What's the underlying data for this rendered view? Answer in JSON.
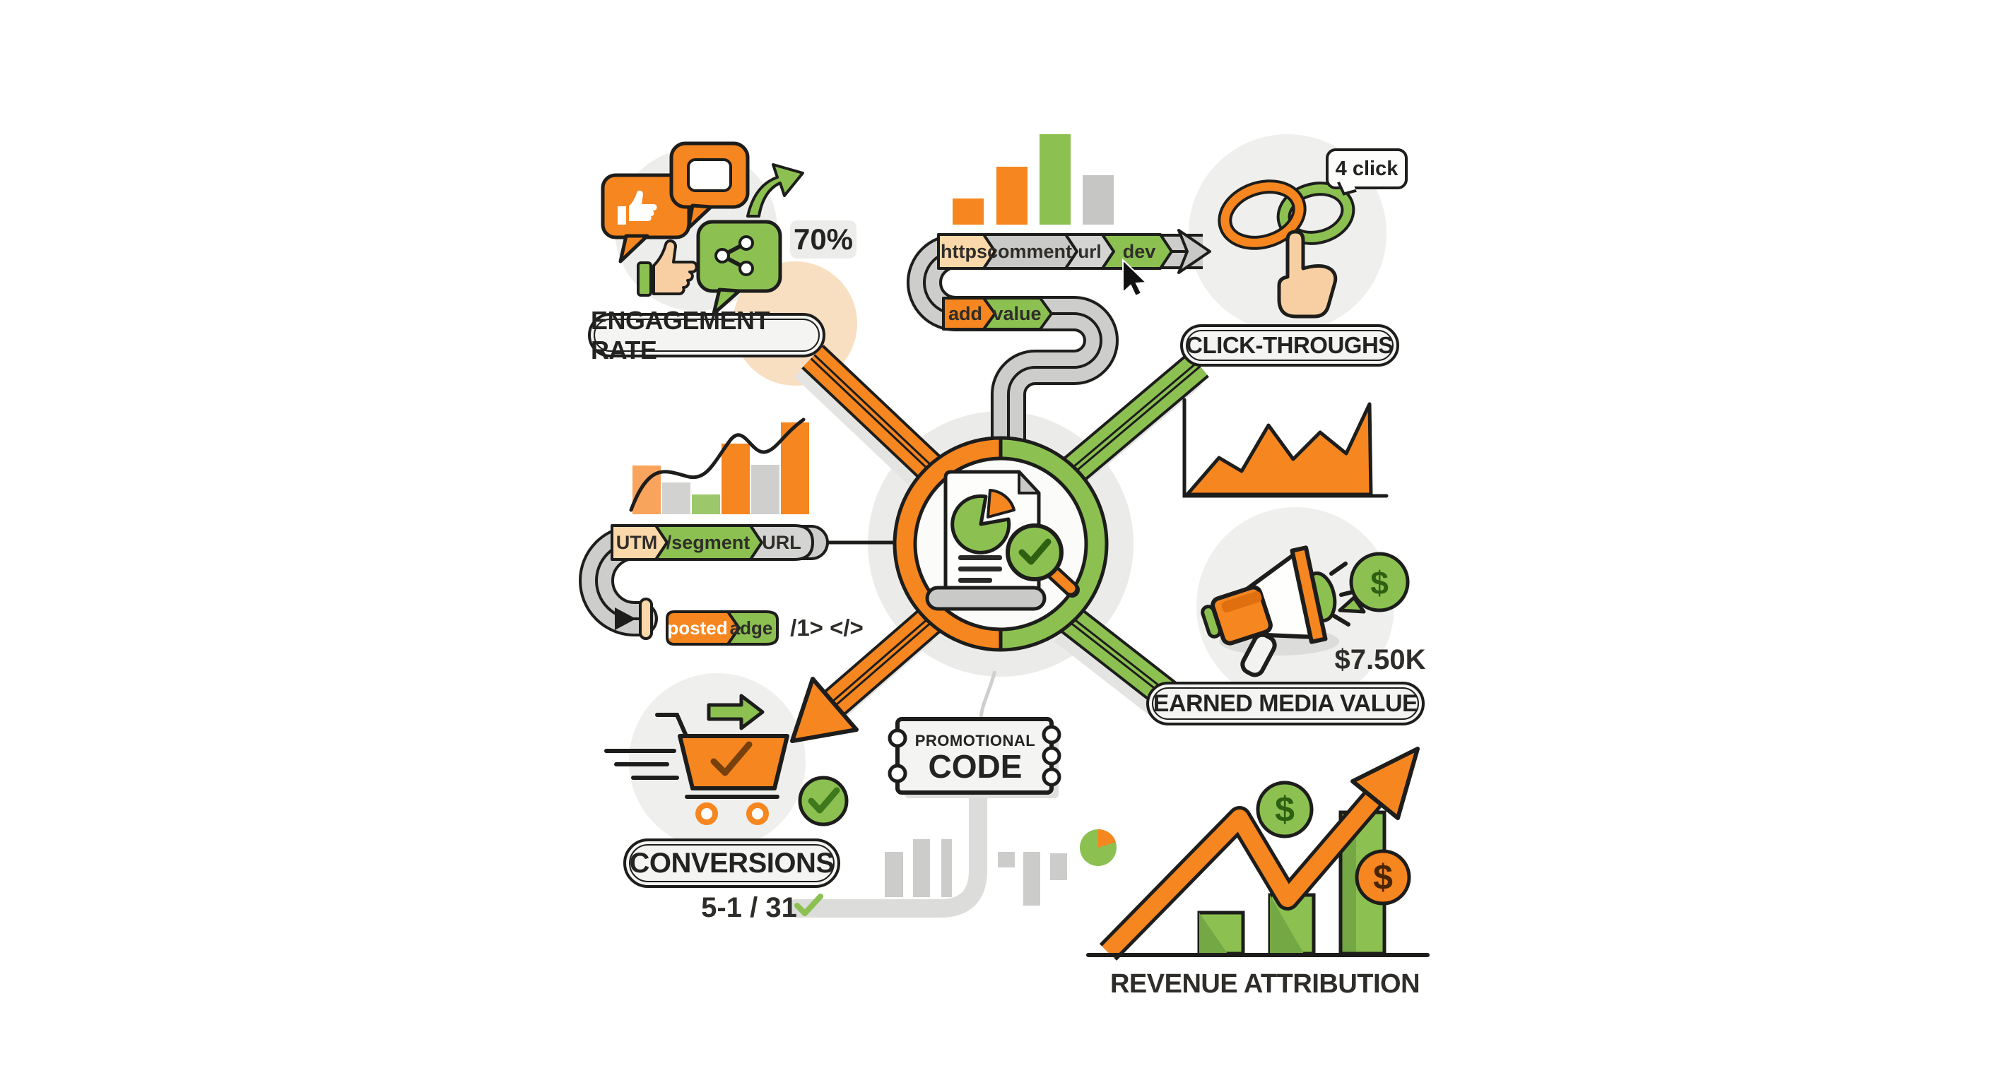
{
  "palette": {
    "orange": "#F6861F",
    "green": "#8CC152",
    "dark_green": "#74A844",
    "peach": "#FBD8A9",
    "skin": "#F8CFA3",
    "gray": "#C9C9C7",
    "light_gray": "#ECECEA",
    "ink": "#1D1D1B"
  },
  "nodes": {
    "engagement": {
      "label": "ENGAGEMENT RATE",
      "value": "70%"
    },
    "click_throughs": {
      "label": "CLICK-THROUGHS",
      "count_bubble": "4 click"
    },
    "earned_media": {
      "label": "EARNED MEDIA VALUE",
      "amount": "$7.50K"
    },
    "conversions": {
      "label": "CONVERSIONS",
      "count": "5-1 / 31"
    },
    "revenue": {
      "label": "REVENUE ATTRIBUTION"
    },
    "promo": {
      "line1": "PROMOTIONAL",
      "line2": "CODE"
    }
  },
  "url_pipe": {
    "segments": [
      "https",
      "comment",
      "url",
      "dev"
    ],
    "segments2": [
      "add",
      "value"
    ]
  },
  "utm_pipe": {
    "segments": [
      "UTM",
      "/segment",
      "URL"
    ],
    "badge": [
      "posted",
      "adge"
    ],
    "code": "/1> </>"
  },
  "currency": "$",
  "mini_charts": {
    "top_bars": {
      "type": "bar",
      "colors": [
        "orange",
        "orange",
        "green",
        "gray"
      ],
      "relative_heights": [
        0.28,
        0.62,
        1.0,
        0.55
      ]
    },
    "left_bars": {
      "type": "bar",
      "colors": [
        "light-orange",
        "gray",
        "green",
        "orange",
        "gray",
        "orange"
      ],
      "relative_heights": [
        0.53,
        0.35,
        0.22,
        0.77,
        0.54,
        1.0
      ],
      "overlay": "trend-line"
    },
    "right_area": {
      "type": "area",
      "color": "orange",
      "shape": "four rising peaks"
    },
    "bottom_gray_bars": {
      "type": "bar",
      "relative_heights": [
        0.78,
        1.0,
        1.0,
        0.27,
        0.93,
        0.46
      ]
    },
    "revenue_bars": {
      "type": "bar",
      "color": "green",
      "relative_heights": [
        0.29,
        0.42,
        1.0
      ],
      "overlay": "rising zigzag arrow"
    }
  }
}
